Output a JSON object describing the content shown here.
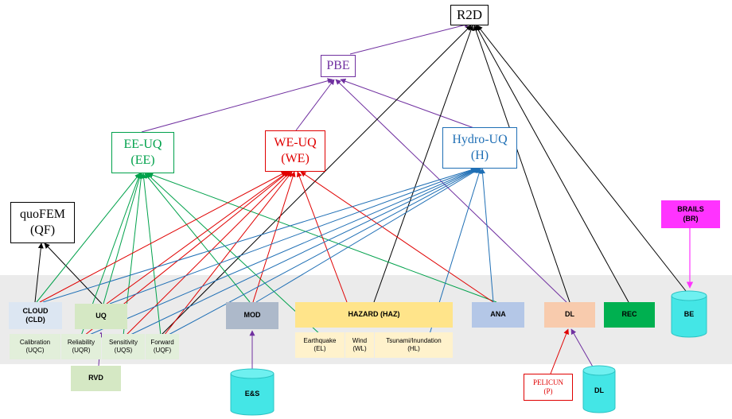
{
  "nodes": {
    "r2d": {
      "label": "R2D"
    },
    "pbe": {
      "label": "PBE",
      "color": "#7030a0"
    },
    "eeuq": {
      "label": "EE-UQ\n(EE)",
      "color": "#00a14b"
    },
    "weuq": {
      "label": "WE-UQ\n(WE)",
      "color": "#e00000"
    },
    "hydrouq": {
      "label": "Hydro-UQ\n(H)",
      "color": "#1f6fb5"
    },
    "quofem": {
      "label": "quoFEM\n(QF)"
    },
    "brails": {
      "label": "BRAILS\n(BR)",
      "fill": "#ff33ff"
    },
    "cloud": {
      "label": "CLOUD\n(CLD)",
      "fill": "#dce6f2"
    },
    "uq": {
      "label": "UQ",
      "fill": "#d5e8c4"
    },
    "mod": {
      "label": "MOD",
      "fill": "#adb9ca"
    },
    "hazard": {
      "label": "HAZARD (HAZ)",
      "fill": "#ffe48a"
    },
    "ana": {
      "label": "ANA",
      "fill": "#b4c7e7"
    },
    "dl": {
      "label": "DL",
      "fill": "#f8cbad"
    },
    "rec": {
      "label": "REC",
      "fill": "#00b050"
    },
    "be": {
      "label": "BE",
      "fill": "#44e6e6"
    },
    "uqc": {
      "label": "Calibration\n(UQC)"
    },
    "uqr": {
      "label": "Reliability\n(UQR)"
    },
    "uqs": {
      "label": "Sensitivity\n(UQS)"
    },
    "uqf": {
      "label": "Forward\n(UQF)"
    },
    "el": {
      "label": "Earthquake\n(EL)"
    },
    "wl": {
      "label": "Wind\n(WL)"
    },
    "hl": {
      "label": "Tsunami/Inundation\n(HL)"
    },
    "rvd": {
      "label": "RVD"
    },
    "es": {
      "label": "E&S"
    },
    "dl2": {
      "label": "DL"
    },
    "pelicun": {
      "label": "PELICUN\n(P)",
      "color": "#e00000"
    }
  },
  "colors": {
    "black": "#000000",
    "purple": "#7030a0",
    "green": "#00a14b",
    "red": "#e00000",
    "blue": "#1f6fb5",
    "magenta": "#ff33ff",
    "band": "#ebebeb",
    "sub_uq": "#e2efda",
    "sub_haz": "#fff2cc"
  }
}
